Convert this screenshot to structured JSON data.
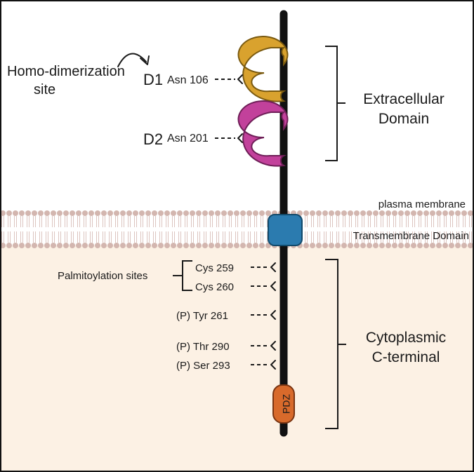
{
  "dimerization": {
    "line1": "Homo-dimerization",
    "line2": "site"
  },
  "domains": {
    "d1": {
      "label": "D1",
      "residue": "Asn 106"
    },
    "d2": {
      "label": "D2",
      "residue": "Asn 201"
    },
    "pdz": "PDZ"
  },
  "regions": {
    "extracellular_line1": "Extracellular",
    "extracellular_line2": "Domain",
    "plasma_membrane": "plasma membrane",
    "transmembrane": "Transmembrane Domain",
    "cytoplasmic_line1": "Cytoplasmic",
    "cytoplasmic_line2": "C-terminal"
  },
  "palmitoylation": {
    "label": "Palmitoylation sites",
    "sites": [
      "Cys 259",
      "Cys 260"
    ]
  },
  "phospho_sites": [
    {
      "label": "(P) Tyr 261"
    },
    {
      "label": "(P) Thr 290"
    },
    {
      "label": "(P) Ser 293"
    }
  ],
  "colors": {
    "d1": "#D9A22E",
    "d2": "#C2419B",
    "transmembrane": "#2B7BAF",
    "pdz": "#D86A2B",
    "cytoplasm_bg": "#FCF1E4",
    "lipid": "#D3B6AF"
  }
}
